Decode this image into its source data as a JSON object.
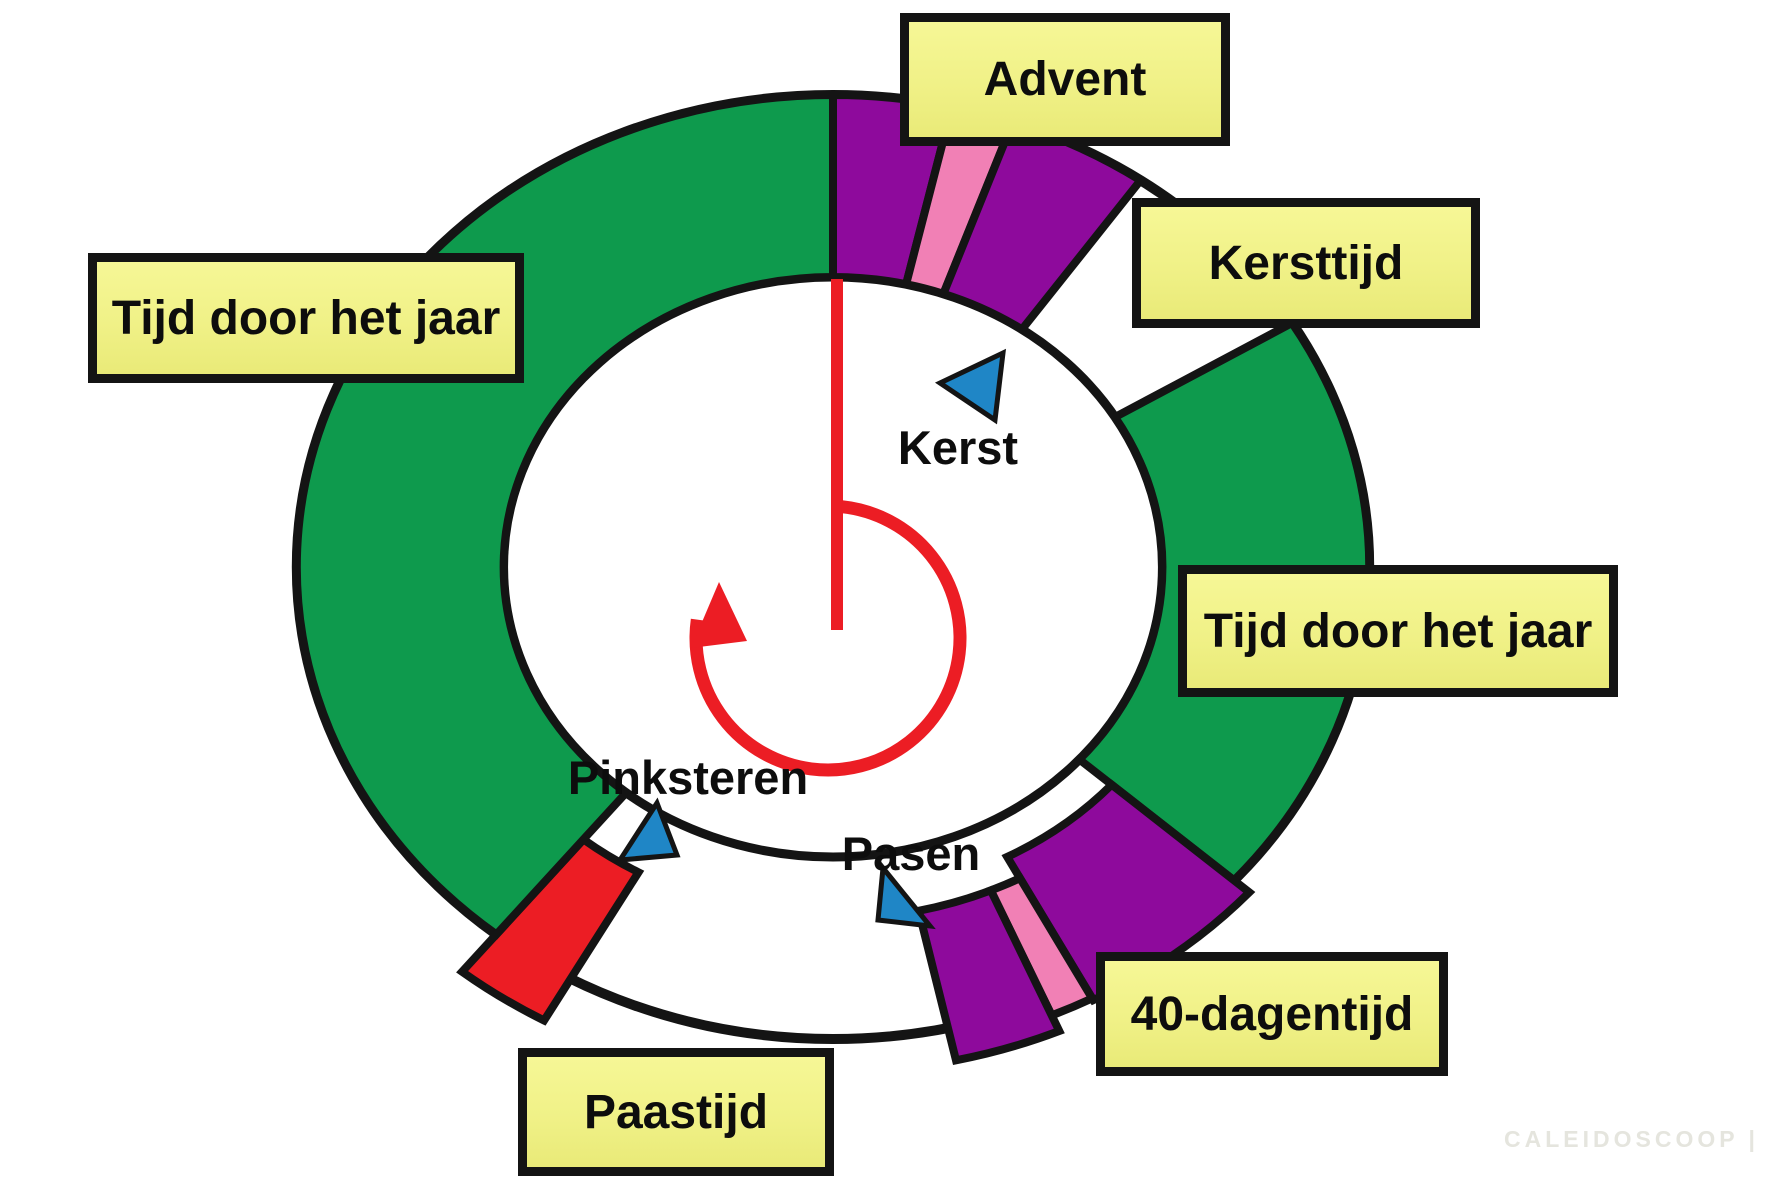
{
  "page": {
    "background": "#ffffff"
  },
  "colors": {
    "green": "#0E9A4D",
    "purple": "#8E0A9C",
    "pink": "#F180B5",
    "red": "#EC1D24",
    "white": "#FFFFFF",
    "outline": "#141414",
    "marker_blue": "#1F86C6",
    "pointer_red": "#EC1D24",
    "label_yellow": "#F0F187",
    "watermark_gray": "#E5E5DE"
  },
  "wheel": {
    "type": "annular-cycle-diagram",
    "rotation_direction": "clockwise",
    "segments": [
      {
        "season": "Advent",
        "color": "purple",
        "start": 0,
        "end": 14.5,
        "r_inner": 290,
        "r_outer": 472
      },
      {
        "season": "Advent",
        "color": "pink",
        "start": 14.5,
        "end": 22,
        "r_inner": 290,
        "r_outer": 472
      },
      {
        "season": "Advent",
        "color": "purple",
        "start": 22,
        "end": 38.5,
        "r_inner": 290,
        "r_outer": 472
      },
      {
        "season": "Kersttijd",
        "color": "white",
        "start": 38.5,
        "end": 62,
        "r_inner": 290,
        "r_outer": 472
      },
      {
        "season": "Tijd door het jaar",
        "color": "green",
        "start": 62,
        "end": 128,
        "r_inner": 290,
        "r_outer": 472
      },
      {
        "season": "40-dagentijd",
        "color": "purple",
        "start": 128,
        "end": 149,
        "r_inner": 328,
        "r_outer": 490
      },
      {
        "season": "40-dagentijd",
        "color": "pink",
        "start": 149,
        "end": 154,
        "r_inner": 352,
        "r_outer": 488
      },
      {
        "season": "40-dagentijd",
        "color": "purple",
        "start": 154,
        "end": 166,
        "r_inner": 352,
        "r_outer": 505
      },
      {
        "season": "Paastijd",
        "color": "white",
        "start": 166,
        "end": 212.5,
        "r_inner": 290,
        "r_outer": 472
      },
      {
        "season": "Pinksteren",
        "color": "red",
        "start": 212.5,
        "end": 222.5,
        "r_inner": 350,
        "r_outer": 520
      },
      {
        "season": "Tijd door het jaar",
        "color": "green",
        "start": 222.5,
        "end": 360,
        "r_inner": 290,
        "r_outer": 472
      }
    ],
    "markers": [
      {
        "id": "kerst",
        "label": "Kerst",
        "angle": 38.5
      },
      {
        "id": "pasen",
        "label": "Pasen",
        "angle": 166
      },
      {
        "id": "pinksteren",
        "label": "Pinksteren",
        "angle": 214
      }
    ]
  },
  "period_labels": [
    {
      "id": "advent",
      "text": "Advent"
    },
    {
      "id": "kersttijd",
      "text": "Kersttijd"
    },
    {
      "id": "tijd-door-het-jaar-rechts",
      "text": "Tijd door het jaar"
    },
    {
      "id": "40-dagentijd",
      "text": "40-dagentijd"
    },
    {
      "id": "paastijd",
      "text": "Paastijd"
    },
    {
      "id": "tijd-door-het-jaar-links",
      "text": "Tijd door het jaar"
    }
  ],
  "watermark": {
    "text": "CALEIDOSCOOP |"
  }
}
